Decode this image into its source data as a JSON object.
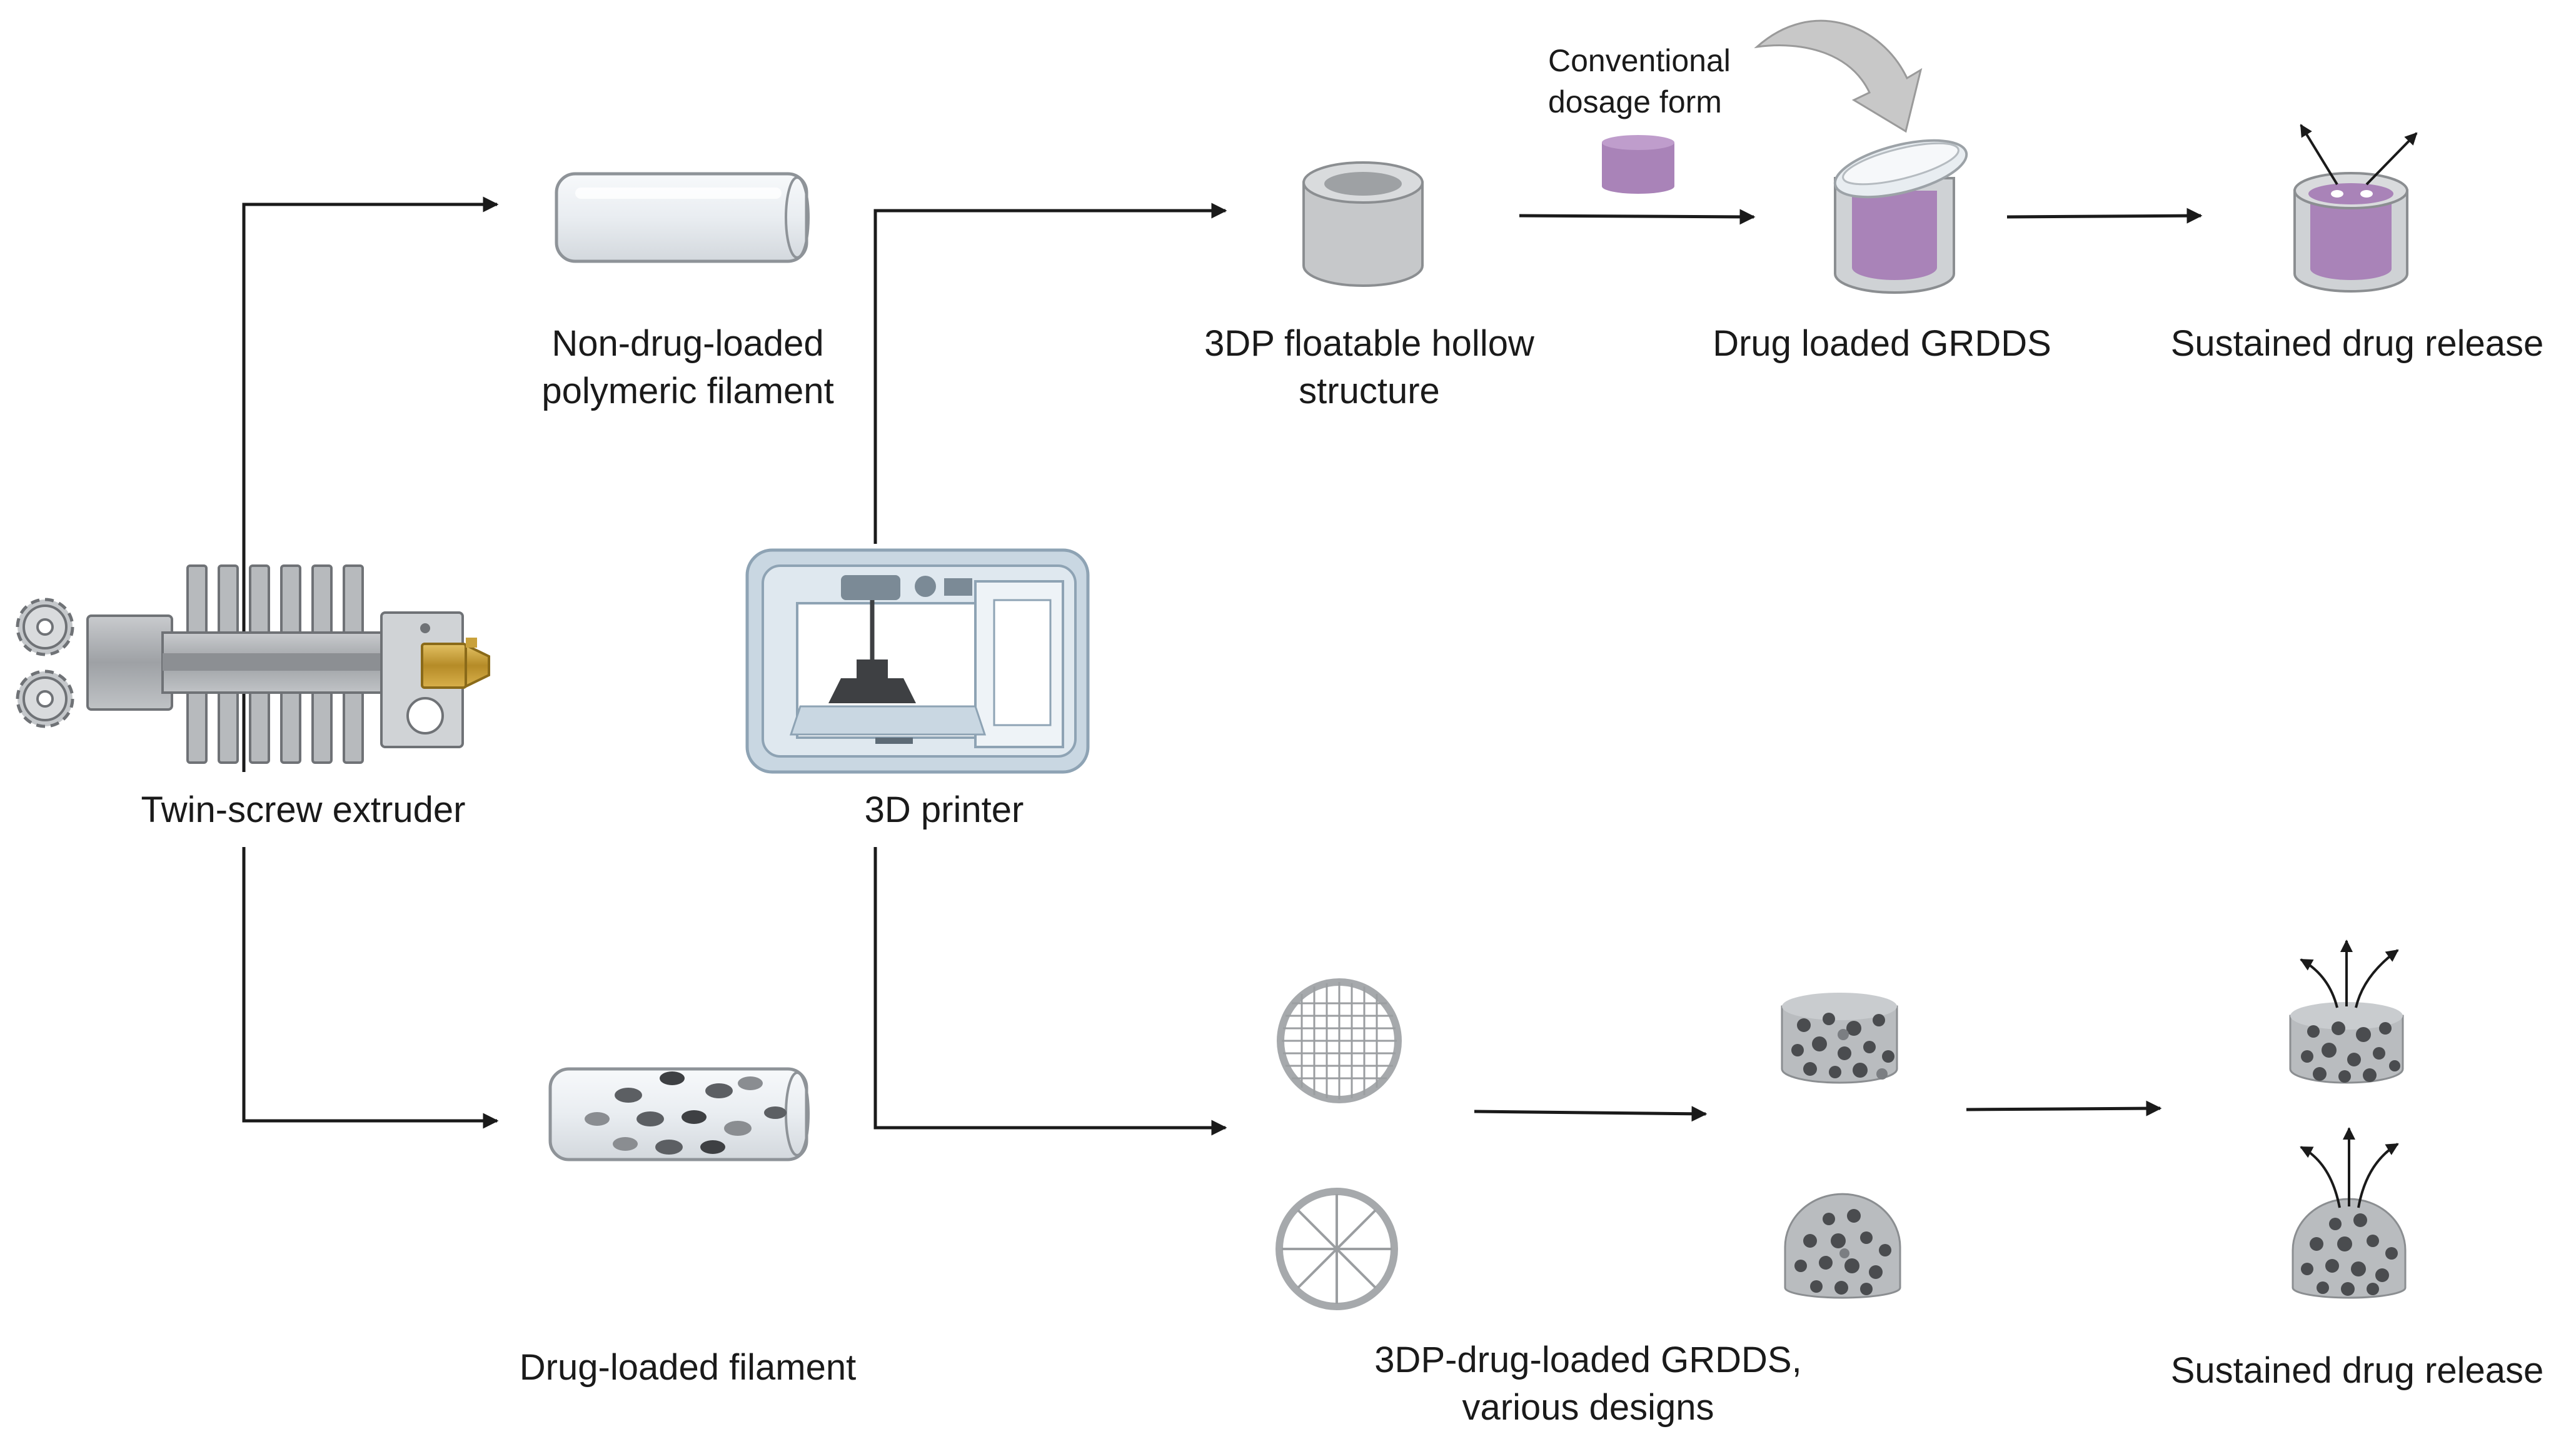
{
  "labels": {
    "non_drug_filament": [
      "Non-drug-loaded",
      "polymeric filament"
    ],
    "hollow_structure": [
      "3DP floatable hollow",
      "structure"
    ],
    "conventional": [
      "Conventional",
      "dosage form"
    ],
    "drug_loaded_grdds": "Drug loaded GRDDS",
    "sustained_top": "Sustained drug release",
    "extruder": "Twin-screw extruder",
    "printer": "3D printer",
    "drug_filament": "Drug-loaded filament",
    "various_designs": [
      "3DP-drug-loaded GRDDS,",
      "various designs"
    ],
    "sustained_bottom": "Sustained drug release"
  },
  "icons": [
    "gear-icon",
    "extruder-heatsink-icon",
    "nozzle-icon",
    "filament-tube-icon",
    "drug-filament-tube-icon",
    "3d-printer-icon",
    "hollow-cylinder-icon",
    "tablet-icon",
    "curved-arrow-icon",
    "capsule-with-lid-icon",
    "grid-disc-icon",
    "spoke-disc-icon",
    "porous-cylinder-icon",
    "porous-dome-icon",
    "release-arrows-icon"
  ],
  "colors": {
    "arrow": "#1a1a1a",
    "metal": "#a9acb0",
    "metal_dark": "#7b7e82",
    "brass": "#c9a13b",
    "drug_purple": "#a983b8",
    "glass": "#e6ebef",
    "porous_body": "#b9bcbf",
    "pore": "#4a4c4f"
  }
}
